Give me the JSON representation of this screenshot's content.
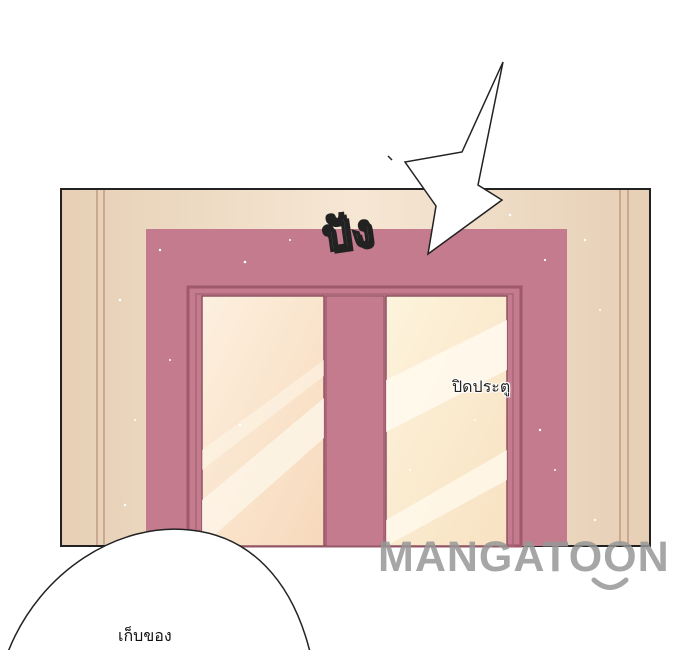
{
  "panel": {
    "sound_effect": "ปัง",
    "door_sign": "ปิดประตู",
    "speech_bubble_text": "เก็บของ"
  },
  "watermark": {
    "text": "MANGATOON"
  },
  "colors": {
    "wall": "#ecd6be",
    "door_frame": "#c27a8c",
    "glass": "#fbe6cf",
    "outline": "#222222"
  }
}
